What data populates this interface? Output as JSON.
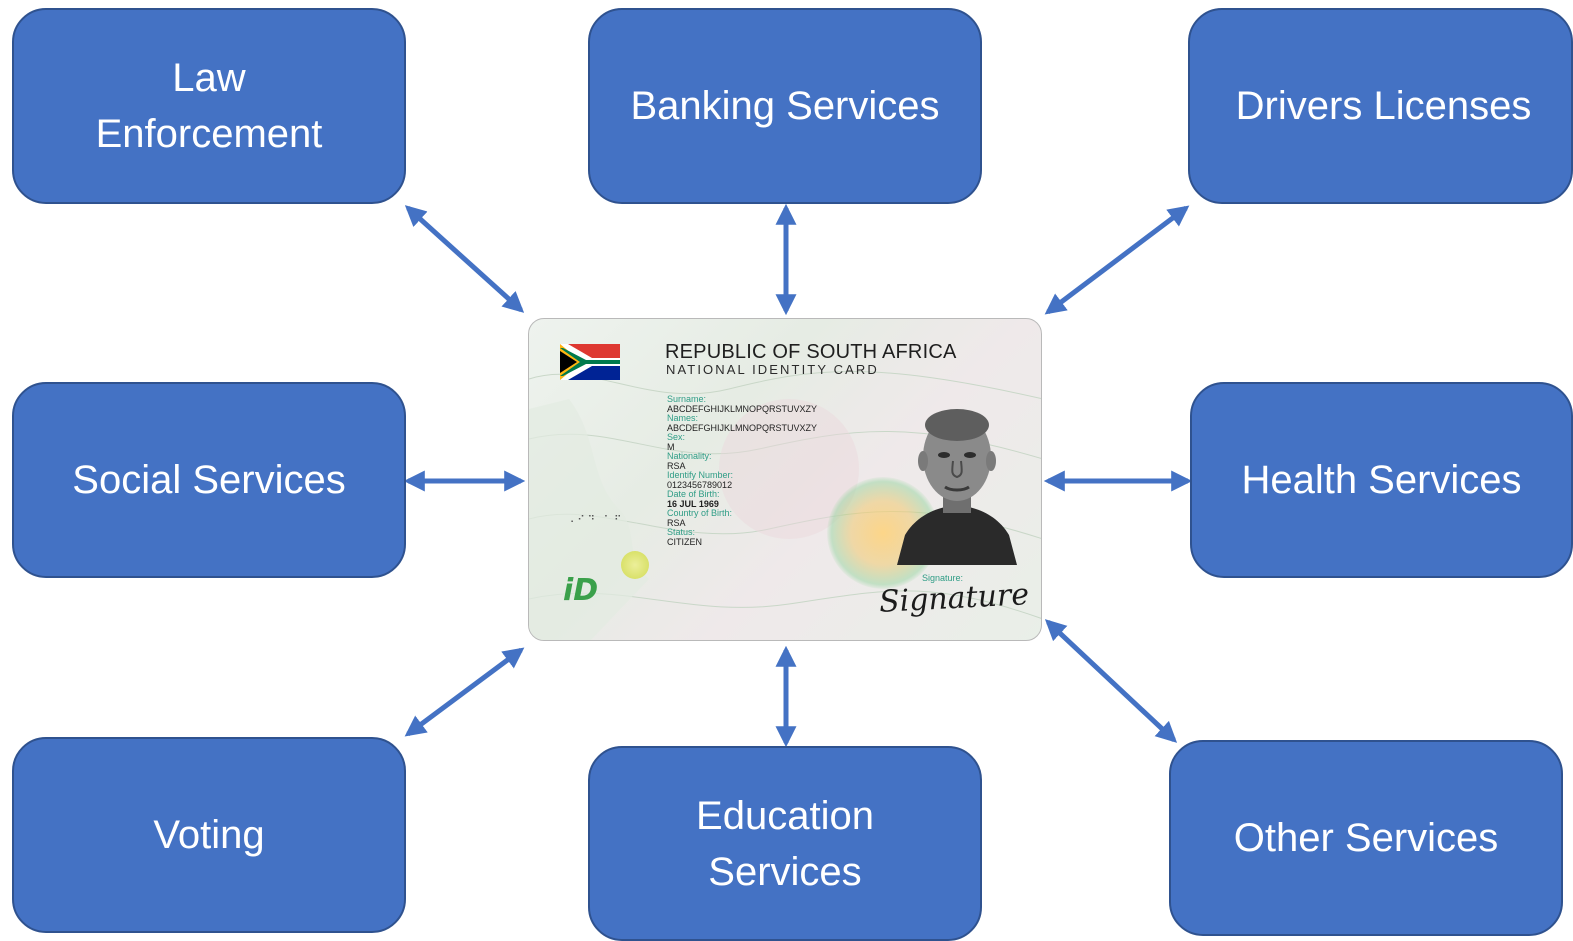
{
  "nodes": {
    "law_enforcement": "Law\nEnforcement",
    "banking_services": "Banking Services",
    "drivers_licenses": "Drivers Licenses",
    "social_services": "Social Services",
    "health_services": "Health Services",
    "voting": "Voting",
    "education_services": "Education\nServices",
    "other_services": "Other Services"
  },
  "id_card": {
    "title": "REPUBLIC OF SOUTH AFRICA",
    "subtitle": "NATIONAL IDENTITY CARD",
    "fields": [
      {
        "label": "Surname:",
        "value": "ABCDEFGHIJKLMNOPQRSTUVXZY"
      },
      {
        "label": "Names:",
        "value": "ABCDEFGHIJKLMNOPQRSTUVXZY"
      },
      {
        "label": "Sex:",
        "value": "M"
      },
      {
        "label": "Nationality:",
        "value": "RSA"
      },
      {
        "label": "Identify Number:",
        "value": "0123456789012"
      },
      {
        "label": "Date of Birth:",
        "value": "16 JUL 1969"
      },
      {
        "label": "Country of Birth:",
        "value": "RSA"
      },
      {
        "label": "Status:",
        "value": "CITIZEN"
      }
    ],
    "signature_label": "Signature:",
    "signature": "Signature",
    "logo": "iD"
  },
  "colors": {
    "node_fill": "#4472c4",
    "node_border": "#2f528f",
    "arrow": "#4472c4"
  }
}
